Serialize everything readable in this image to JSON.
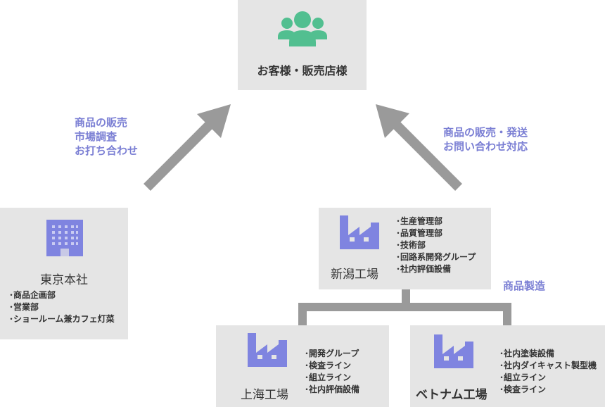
{
  "customer": {
    "icon": "people-group-icon",
    "title": "お客様・販売店様"
  },
  "arrows": {
    "left_label": [
      "商品の販売",
      "市場調査",
      "お打ち合わせ"
    ],
    "right_label": [
      "商品の販売・発送",
      "お問い合わせ対応"
    ]
  },
  "tokyo": {
    "icon": "office-building-icon",
    "title": "東京本社",
    "items": [
      "商品企画部",
      "営業部",
      "ショールーム兼カフェ灯菜"
    ]
  },
  "niigata": {
    "icon": "factory-icon",
    "title": "新潟工場",
    "items": [
      "生産管理部",
      "品質管理部",
      "技術部",
      "回路系開発グループ",
      "社内評価設備"
    ]
  },
  "manufacturing_label": "商品製造",
  "shanghai": {
    "icon": "factory-icon",
    "title": "上海工場",
    "items": [
      "開発グループ",
      "検査ライン",
      "組立ライン",
      "社内評価設備"
    ]
  },
  "vietnam": {
    "icon": "factory-icon",
    "title": "ベトナム工場",
    "items": [
      "社内塗装設備",
      "社内ダイキャスト製型機",
      "組立ライン",
      "検査ライン"
    ]
  },
  "colors": {
    "box_bg": "#e5e5e5",
    "customer_icon": "#52bf90",
    "org_icon": "#7f84e0",
    "label_text": "#7b7fd4",
    "arrow": "#9a9a9a"
  }
}
